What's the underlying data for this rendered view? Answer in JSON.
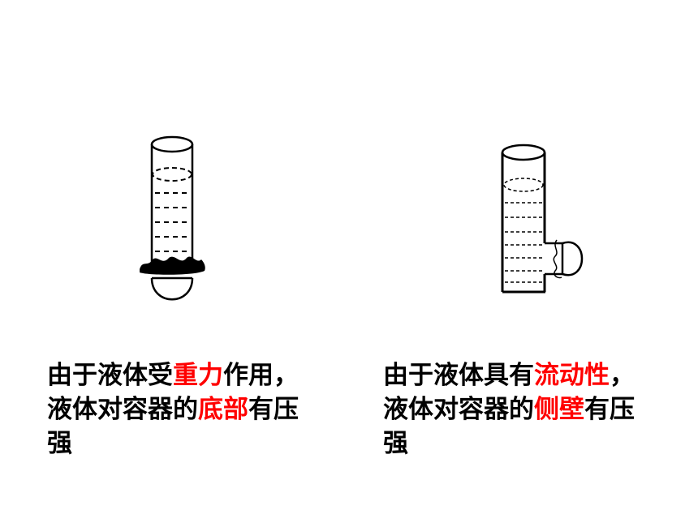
{
  "left_caption": {
    "pre1": "由于液体受",
    "hl1": "重力",
    "post1": "作用，",
    "pre2": "液体对容器的",
    "hl2": "底部",
    "post2": "有压",
    "line3": "强"
  },
  "right_caption": {
    "pre1": "由于液体具有",
    "hl1": "流动性",
    "post1": "，",
    "pre2": "液体对容器的",
    "hl2": "侧壁",
    "post2": "有压",
    "line3": "强"
  },
  "colors": {
    "highlight": "#ff0000",
    "text": "#000000"
  }
}
